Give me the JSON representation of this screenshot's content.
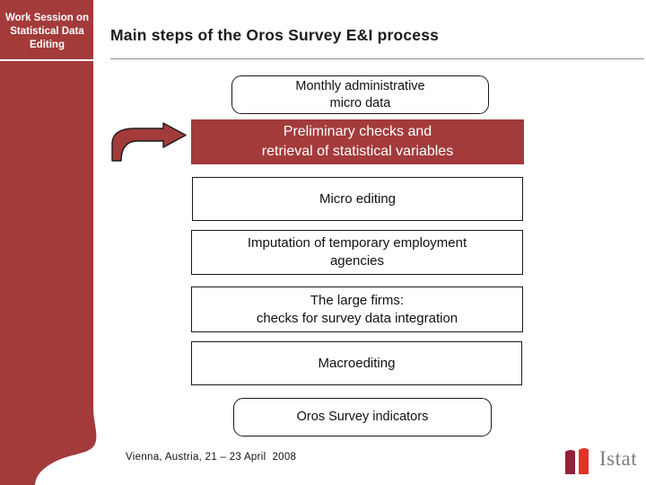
{
  "sidebar": {
    "title": "Work Session on\nStatistical Data\nEditing"
  },
  "header": {
    "title": "Main steps of the Oros Survey E&I process"
  },
  "flow": {
    "steps": [
      {
        "label": "Monthly administrative\nmicro data",
        "style": "rounded"
      },
      {
        "label": "Preliminary checks and\nretrieval of statistical variables",
        "style": "highlight"
      },
      {
        "label": "Micro editing",
        "style": "plain"
      },
      {
        "label": "Imputation of temporary employment\nagencies",
        "style": "plain"
      },
      {
        "label": "The large firms:\nchecks for survey data integration",
        "style": "plain"
      },
      {
        "label": "Macroediting",
        "style": "plain"
      },
      {
        "label": "Oros Survey indicators",
        "style": "rounded"
      }
    ]
  },
  "footer": {
    "date_location": "Vienna, Austria, 21 – 23 April  2008"
  },
  "logo": {
    "text": "Istat"
  },
  "colors": {
    "accent_red": "#a33b3b",
    "title_text": "#1c1c1c",
    "logo_maroon": "#93203a",
    "logo_bright_red": "#e23427",
    "logo_gray_text": "#7d7d7d",
    "rule_gray": "#8f8f8f"
  }
}
